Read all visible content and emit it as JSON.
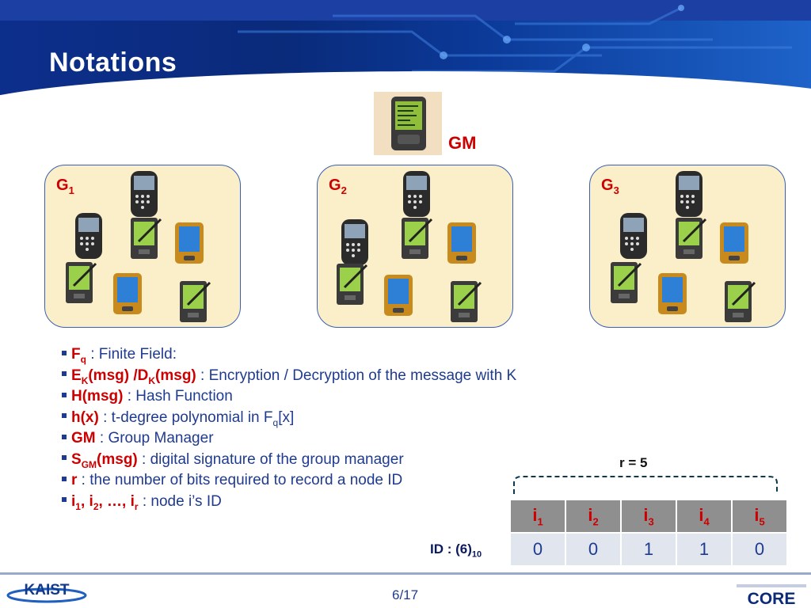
{
  "slide": {
    "title": "Notations",
    "page": "6/17"
  },
  "gm": {
    "label": "GM",
    "icon": "pda-device-icon"
  },
  "groups": [
    {
      "label": "G",
      "sub": "1"
    },
    {
      "label": "G",
      "sub": "2"
    },
    {
      "label": "G",
      "sub": "3"
    }
  ],
  "bullets": {
    "fq": {
      "key": "F",
      "key_sub": "q",
      "text": " : Finite Field:"
    },
    "enc": {
      "key_a": "E",
      "key_a_sub": "K",
      "key_mid": "(msg) /D",
      "key_b_sub": "K",
      "key_end": "(msg)",
      "text": " : Encryption / Decryption of the message with K"
    },
    "hash": {
      "key": "H(msg)",
      "text": " : Hash Function"
    },
    "poly": {
      "key": "h(x)",
      "text_a": " : t-degree polynomial in F",
      "text_sub": "q",
      "text_b": "[x]"
    },
    "gm": {
      "key": "GM",
      "text": " : Group Manager"
    },
    "sig": {
      "key_a": "S",
      "key_sub": "GM",
      "key_end": "(msg)",
      "text": " : digital signature of the group manager"
    },
    "r": {
      "key": "r",
      "text": " : the number of bits required to record a node ID"
    },
    "ids": {
      "i1": "i",
      "s1": "1",
      "c1": ", i",
      "s2": "2",
      "c2": ", …, i",
      "sr": "r",
      "text": " : node i’s ID"
    }
  },
  "id_table": {
    "r_label": "r = 5",
    "headers": [
      {
        "base": "i",
        "sub": "1"
      },
      {
        "base": "i",
        "sub": "2"
      },
      {
        "base": "i",
        "sub": "3"
      },
      {
        "base": "i",
        "sub": "4"
      },
      {
        "base": "i",
        "sub": "5"
      }
    ],
    "values": [
      "0",
      "0",
      "1",
      "1",
      "0"
    ],
    "id_label": "ID : (6)",
    "id_label_sub": "10"
  },
  "logos": {
    "left": "KAIST",
    "right": "CORE"
  },
  "colors": {
    "accent_red": "#cc0000",
    "text_blue": "#1f3b8f",
    "group_fill": "#fbefc9"
  }
}
